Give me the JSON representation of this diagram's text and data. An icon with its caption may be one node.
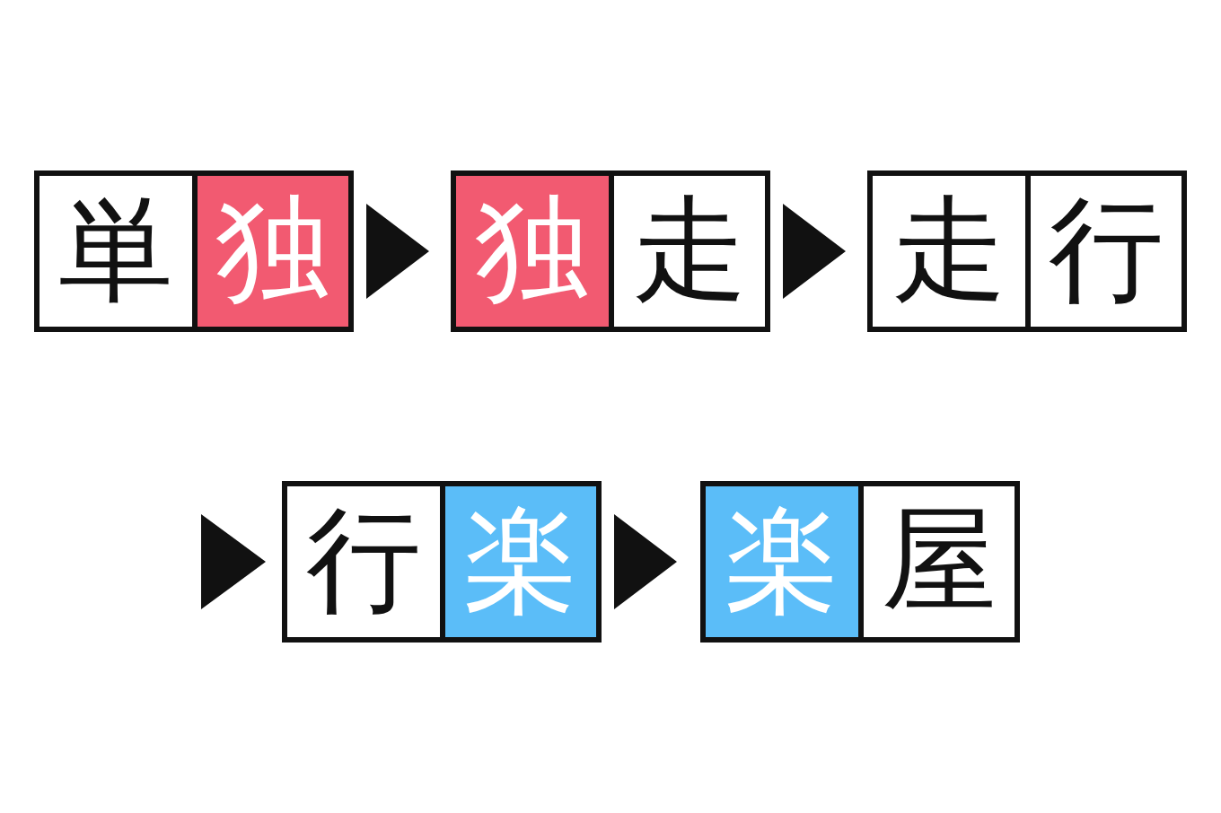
{
  "diagram": {
    "nodes": [
      {
        "text": [
          "単"
        ]
      },
      {
        "text": [
          "独"
        ]
      },
      {
        "text": [
          "独"
        ]
      },
      {
        "text": [
          "走"
        ]
      },
      {
        "text": [
          "走"
        ]
      },
      {
        "text": [
          "行"
        ]
      },
      {
        "text": [
          "行"
        ]
      },
      {
        "text": [
          "楽"
        ]
      },
      {
        "text": [
          "楽"
        ]
      },
      {
        "text": [
          "屋"
        ]
      }
    ],
    "edges": [
      {
        "from": 1,
        "to": 2,
        "arrow": "to"
      },
      {
        "from": 3,
        "to": 4,
        "arrow": "to"
      },
      {
        "from": null,
        "to": 6,
        "arrow": "to"
      },
      {
        "from": 7,
        "to": 8,
        "arrow": "to"
      }
    ]
  }
}
